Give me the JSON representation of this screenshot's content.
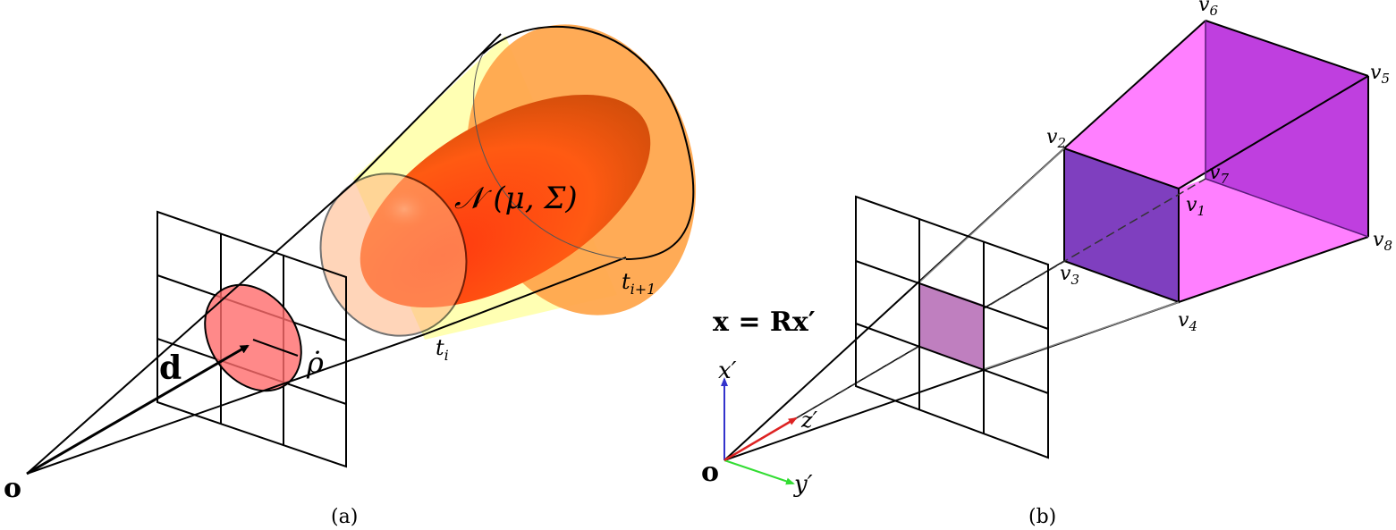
{
  "figure": {
    "panel_a": {
      "caption": "(a)",
      "origin_label": "o",
      "direction_label": "d",
      "radius_label": "ρ̇",
      "distribution_label": "𝒩 (μ, Σ)",
      "t_i_label": "t",
      "t_i_sub": "i",
      "t_next_label": "t",
      "t_next_sub": "i+1",
      "colors": {
        "pixel_disk": "#ff7f7f",
        "frustum_fill": "#ffffb3",
        "frustum_cap": "#ffa64d",
        "gaussian": "#ff5a1a"
      }
    },
    "panel_b": {
      "caption": "(b)",
      "origin_label": "o",
      "equation": "x = Rx′",
      "axis_x_label": "x′",
      "axis_y_label": "y′",
      "axis_z_label": "z′",
      "vertices": [
        "v1",
        "v2",
        "v3",
        "v4",
        "v5",
        "v6",
        "v7",
        "v8"
      ],
      "colors": {
        "axis_x": "#3333cc",
        "axis_y": "#33dd33",
        "axis_z": "#dd2222",
        "pixel_fill": "#bf7fbf",
        "front_face": "#7f3fbf",
        "side_faces": "#ff7fff",
        "back_face": "#bf3fdf"
      }
    }
  }
}
